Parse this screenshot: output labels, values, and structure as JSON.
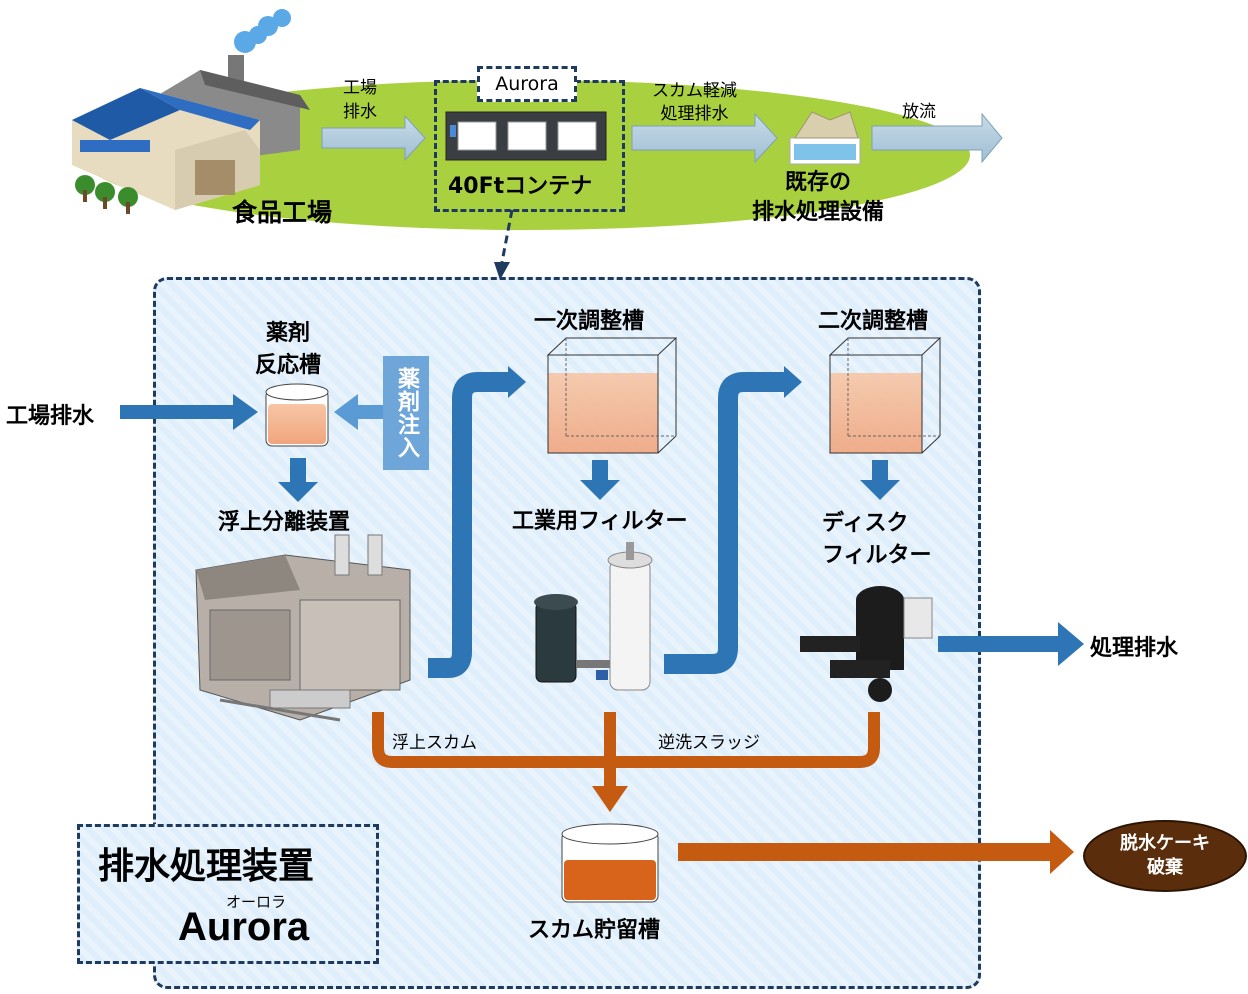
{
  "top": {
    "factory_label": "食品工場",
    "factory_drain_label": "工場\n排水",
    "aurora_tag": "Aurora",
    "container_label": "40Ftコンテナ",
    "scum_reduced_label": "スカム軽減\n処理排水",
    "existing_label": "既存の\n排水処理設備",
    "discharge_label": "放流"
  },
  "process": {
    "input_label": "工場排水",
    "chem_tank_label": "薬剤\n反応槽",
    "chem_inject_label": "薬剤注入",
    "flotation_label": "浮上分離装置",
    "primary_tank_label": "一次調整槽",
    "industrial_filter_label": "工業用フィルター",
    "secondary_tank_label": "二次調整槽",
    "disc_filter_label": "ディスク\nフィルター",
    "output_label": "処理排水",
    "float_scum_label": "浮上スカム",
    "backwash_label": "逆洗スラッジ",
    "scum_tank_label": "スカム貯留槽",
    "cake_label": "脱水ケーキ\n破棄"
  },
  "system": {
    "name": "排水処理装置",
    "ruby": "オーロラ",
    "brand": "Aurora"
  },
  "colors": {
    "flow_blue": "#2e75b6",
    "sludge_orange": "#c55a11",
    "ellipse_green": "#a9d13f",
    "panel_border": "#1f3a5f",
    "cake_brown": "#5a2d0c"
  }
}
